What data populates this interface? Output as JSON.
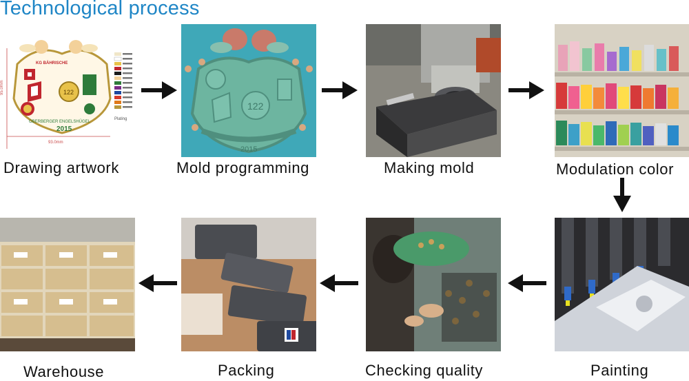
{
  "title": "Technological process",
  "steps": [
    {
      "label": "Drawing artwork"
    },
    {
      "label": "Mold programming"
    },
    {
      "label": "Making mold"
    },
    {
      "label": "Modulation color"
    },
    {
      "label": "Painting"
    },
    {
      "label": "Checking  quality"
    },
    {
      "label": "Packing"
    },
    {
      "label": "Warehouse"
    }
  ],
  "artwork": {
    "top_text": "KG BÄHRISCHE",
    "bottom_text": "OBERBERGER ENGELSHÜGEL",
    "year": "2015",
    "center_number": "122",
    "dim_vertical": "95.0mm",
    "dim_horizontal": "93.0mm",
    "legend_caption": "Plating"
  },
  "mold": {
    "center_number": "122",
    "year": "2015"
  },
  "colors": {
    "title": "#1f86c6",
    "arrow": "#111111",
    "mold_green": "#6db5a0",
    "mold_bg": "#3fa8b8"
  }
}
